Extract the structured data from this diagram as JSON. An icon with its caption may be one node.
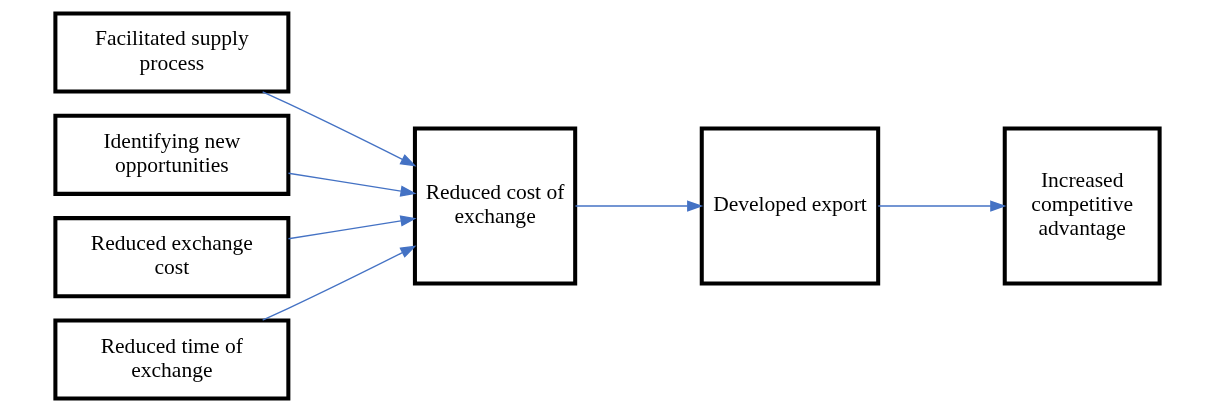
{
  "diagram": {
    "nodes": [
      {
        "text": [
          "Facilitated supply process"
        ]
      },
      {
        "text": [
          "Identifying new opportunities"
        ]
      },
      {
        "text": [
          "Reduced exchange cost"
        ]
      },
      {
        "text": [
          "Reduced time of exchange"
        ]
      },
      {
        "text": [
          "Reduced cost of exchange"
        ]
      },
      {
        "text": [
          "Developed export"
        ]
      },
      {
        "text": [
          "Increased competitive advantage"
        ]
      }
    ],
    "edges": [
      {
        "from": 0,
        "to": 4,
        "arrow": "to",
        "color": "#4472c4"
      },
      {
        "from": 1,
        "to": 4,
        "arrow": "to",
        "color": "#4472c4"
      },
      {
        "from": 2,
        "to": 4,
        "arrow": "to",
        "color": "#4472c4"
      },
      {
        "from": 3,
        "to": 4,
        "arrow": "to",
        "color": "#4472c4"
      },
      {
        "from": 4,
        "to": 5,
        "arrow": "to",
        "color": "#4472c4"
      },
      {
        "from": 5,
        "to": 6,
        "arrow": "to",
        "color": "#4472c4"
      }
    ]
  }
}
